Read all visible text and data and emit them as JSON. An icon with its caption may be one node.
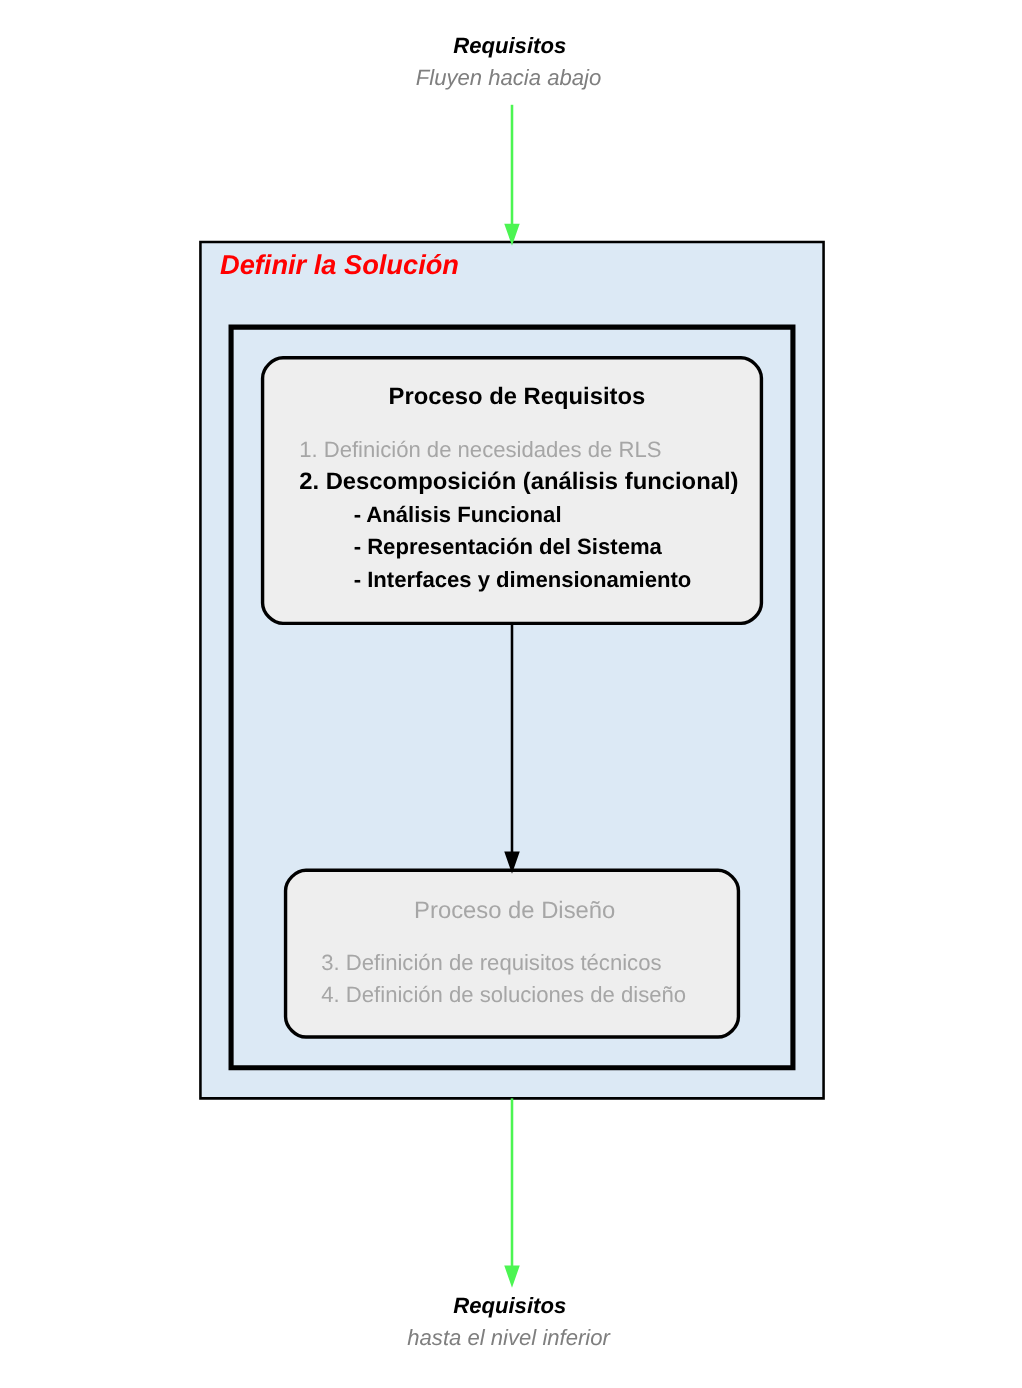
{
  "diagram": {
    "nodes": [
      {
        "text": [
          "Requisitos",
          "Fluyen hacia abajo"
        ]
      },
      {
        "text": [
          "Definir la Solución"
        ]
      },
      {
        "text": [],
        "shape": "box",
        "in": 1
      },
      {
        "text": [
          "Proceso de Requisitos",
          "1. Definición de necesidades de RLS",
          "2. Descomposición (análisis funcional)",
          "- Análisis Funcional",
          "- Representación del Sistema",
          "- Interfaces y dimensionamiento"
        ],
        "in": 2
      },
      {
        "text": [
          "Proceso de Diseño",
          "3. Definición de requisitos técnicos",
          "4. Definición de soluciones de diseño"
        ],
        "in": 2
      },
      {
        "text": [
          "Requisitos",
          "hasta el nivel inferior"
        ]
      }
    ],
    "edges": [
      {
        "from": 0,
        "to": 1,
        "arrow": "to",
        "color": "#4cf552"
      },
      {
        "from": 3,
        "to": 4,
        "arrow": "to",
        "color": "#000000"
      },
      {
        "from": 1,
        "to": 5,
        "arrow": "to",
        "color": "#4cf552"
      }
    ]
  }
}
